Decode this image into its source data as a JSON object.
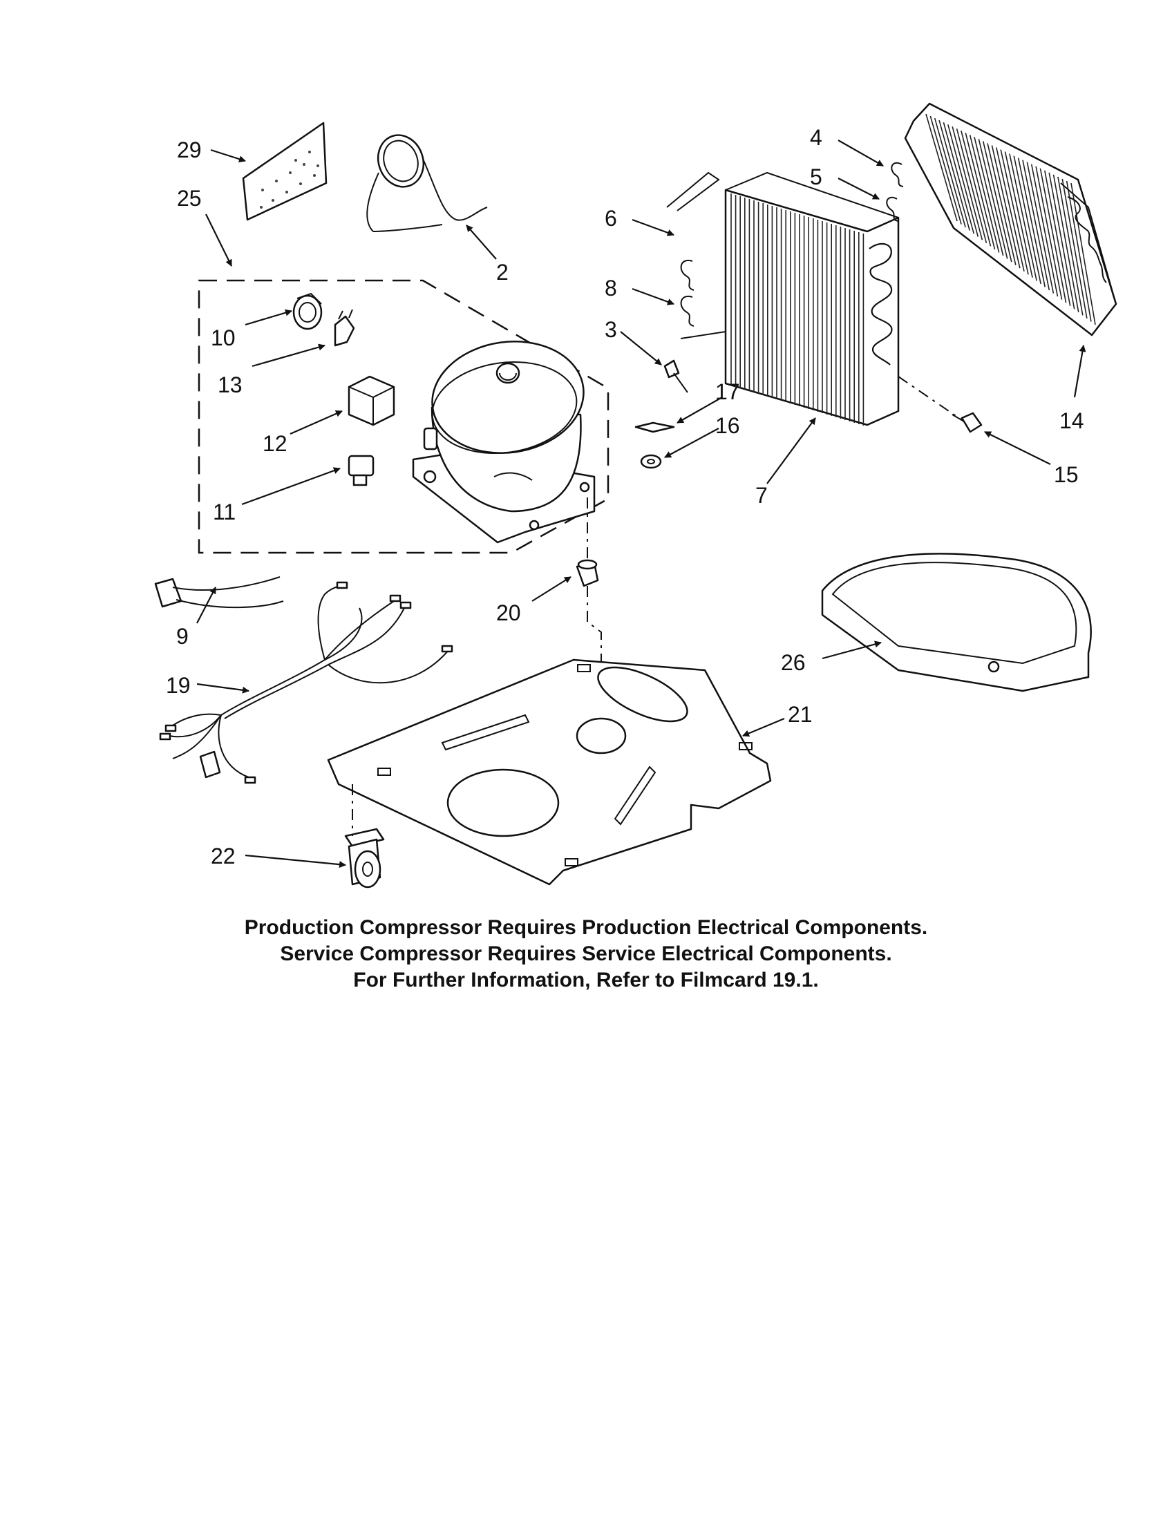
{
  "callouts": [
    "29",
    "25",
    "2",
    "10",
    "13",
    "12",
    "11",
    "4",
    "5",
    "6",
    "8",
    "3",
    "17",
    "16",
    "7",
    "14",
    "15",
    "20",
    "9",
    "19",
    "26",
    "21",
    "22"
  ],
  "notes": [
    "Production Compressor Requires Production Electrical Components.",
    "Service Compressor Requires Service Electrical Components.",
    "For Further Information, Refer to Filmcard 19.1."
  ]
}
